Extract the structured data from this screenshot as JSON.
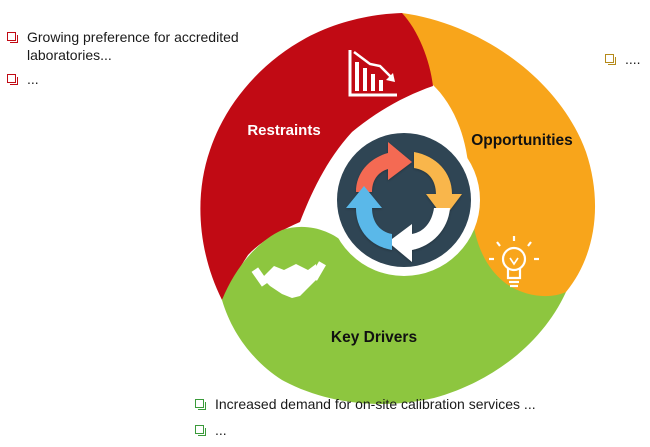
{
  "segments": {
    "restraints": {
      "label": "Restraints",
      "color": "#c10a14",
      "icon": "declining-bar-chart-icon"
    },
    "opportunities": {
      "label": "Opportunities",
      "color": "#f8a51b",
      "icon": "lightbulb-icon"
    },
    "drivers": {
      "label": "Key Drivers",
      "color": "#8dc63f",
      "icon": "handshake-icon"
    }
  },
  "center": {
    "icon": "cycle-arrows-icon",
    "arrow_colors": [
      "#f46b52",
      "#f9b64b",
      "#ffffff",
      "#5ab8e9"
    ],
    "bg_color": "#2f4554"
  },
  "lists": {
    "restraints": {
      "bullet_color": "#c10a14",
      "items": [
        "Growing preference for accredited laboratories...",
        "..."
      ]
    },
    "opportunities": {
      "bullet_color": "#b58a1a",
      "items": [
        "...."
      ]
    },
    "drivers": {
      "bullet_color": "#3a9a3a",
      "items": [
        "Increased demand for on-site calibration services ...",
        "..."
      ]
    }
  }
}
